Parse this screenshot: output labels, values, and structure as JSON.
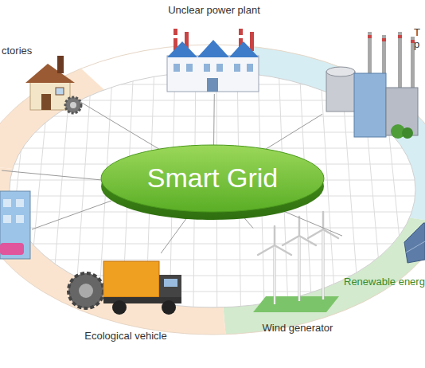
{
  "diagram": {
    "nodes": [
      {
        "text": [
          "ctories"
        ]
      },
      {
        "text": [
          "Unclear power plant"
        ]
      },
      {
        "text": [
          "T p"
        ]
      },
      {
        "text": [
          "Smart Grid"
        ]
      },
      {
        "text": [
          "Renewable energ"
        ]
      },
      {
        "text": [
          "Ecological vehicle"
        ]
      },
      {
        "text": [
          "Wind generator"
        ]
      }
    ],
    "edges": [
      {
        "from": 3,
        "to": 0,
        "arrow": "none"
      },
      {
        "from": 3,
        "to": 1,
        "arrow": "none"
      },
      {
        "from": 3,
        "to": 2,
        "arrow": "none"
      },
      {
        "from": 3,
        "to": 4,
        "arrow": "none"
      },
      {
        "from": 3,
        "to": 5,
        "arrow": "none"
      },
      {
        "from": 3,
        "to": 6,
        "arrow": "none"
      }
    ]
  }
}
